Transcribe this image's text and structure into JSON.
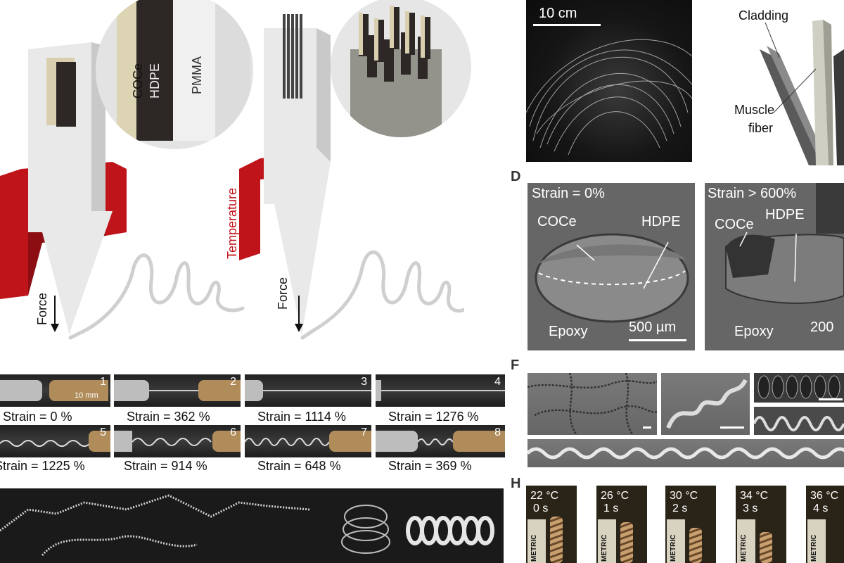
{
  "panelA": {
    "labels": [
      "COCe",
      "HDPE",
      "PMMA"
    ],
    "temperature": "Temperature",
    "force": "Force"
  },
  "panelB": {
    "temperature": "Temperature",
    "force": "Force"
  },
  "panelC": {
    "scale": "10 cm",
    "cladding": "Cladding",
    "muscle1": "Muscle",
    "muscle2": "fiber"
  },
  "panelD": {
    "letter": "D",
    "left": {
      "strain": "Strain = 0%",
      "coce": "COCe",
      "hdpe": "HDPE",
      "epoxy": "Epoxy",
      "scale": "500 µm"
    },
    "right": {
      "strain": "Strain > 600%",
      "coce": "COCe",
      "hdpe": "HDPE",
      "epoxy": "Epoxy",
      "scale": "200"
    }
  },
  "strain": {
    "scale": "10 mm",
    "frames": [
      {
        "num": "1",
        "cap": "Strain = 0 %"
      },
      {
        "num": "2",
        "cap": "Strain = 362 %"
      },
      {
        "num": "3",
        "cap": "Strain = 1114 %"
      },
      {
        "num": "4",
        "cap": "Strain = 1276 %"
      },
      {
        "num": "5",
        "cap": "Strain = 1225 %"
      },
      {
        "num": "6",
        "cap": "Strain = 914 %"
      },
      {
        "num": "7",
        "cap": "Strain = 648 %"
      },
      {
        "num": "8",
        "cap": "Strain = 369 %"
      }
    ]
  },
  "panelF": {
    "letter": "F"
  },
  "panelH": {
    "letter": "H",
    "ruler": "METRIC",
    "frames": [
      {
        "t": "22 °C",
        "s": "0 s"
      },
      {
        "t": "26 °C",
        "s": "1 s"
      },
      {
        "t": "30 °C",
        "s": "2 s"
      },
      {
        "t": "34 °C",
        "s": "3 s"
      },
      {
        "t": "36 °C",
        "s": "4 s"
      }
    ]
  }
}
